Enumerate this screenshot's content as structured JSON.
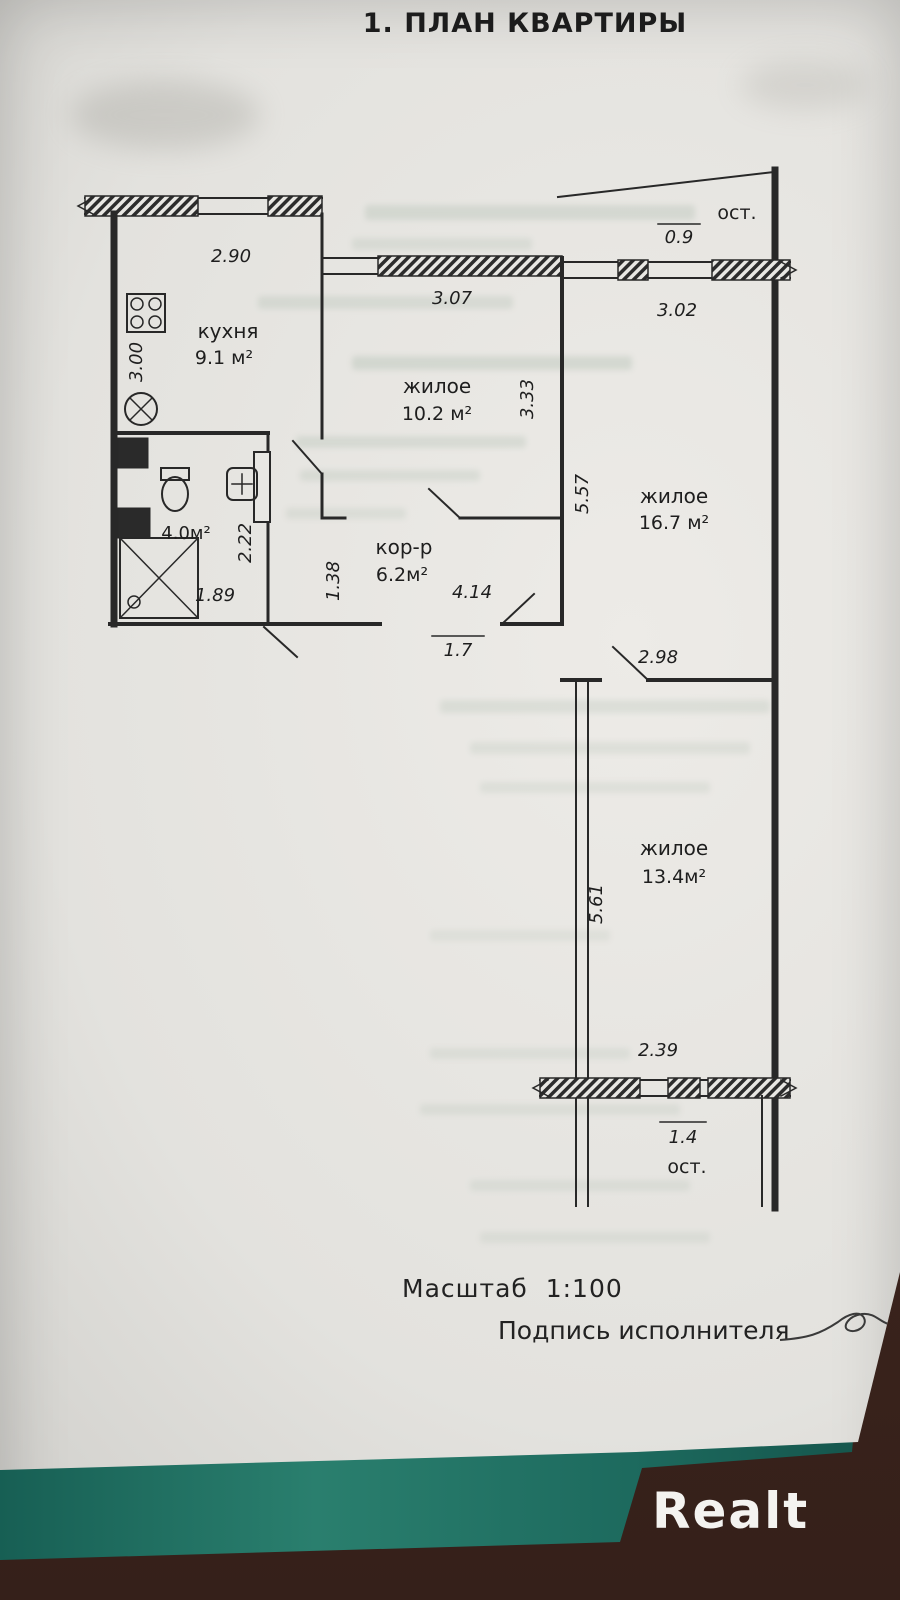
{
  "page": {
    "title": "1. ПЛАН КВАРТИРЫ",
    "scale_label": "Масштаб  1:100",
    "signature_label": "Подпись исполнителя",
    "watermark": "Realt"
  },
  "plan": {
    "balcony_top": {
      "label": "ост.",
      "value": "0.9",
      "width": "3.02"
    },
    "kitchen": {
      "name": "кухня",
      "area": "9.1 м²",
      "width": "2.90",
      "depth": "3.00"
    },
    "room_10": {
      "name": "жилое",
      "area": "10.2 м²",
      "width": "3.07",
      "depth": "3.33"
    },
    "room_16": {
      "name": "жилое",
      "area": "16.7 м²",
      "depth": "5.57",
      "bottom_width": "2.98"
    },
    "bathroom": {
      "area": "4.0м²",
      "depth": "2.22",
      "width": "1.89"
    },
    "corridor": {
      "name": "кор-р",
      "area": "6.2м²",
      "width": "4.14",
      "left_depth": "1.38",
      "entry_width": "1.7"
    },
    "room_13": {
      "name": "жилое",
      "area": "13.4м²",
      "depth": "5.61",
      "window_width": "2.39"
    },
    "balcony_bottom": {
      "label": "ост.",
      "value": "1.4"
    }
  }
}
